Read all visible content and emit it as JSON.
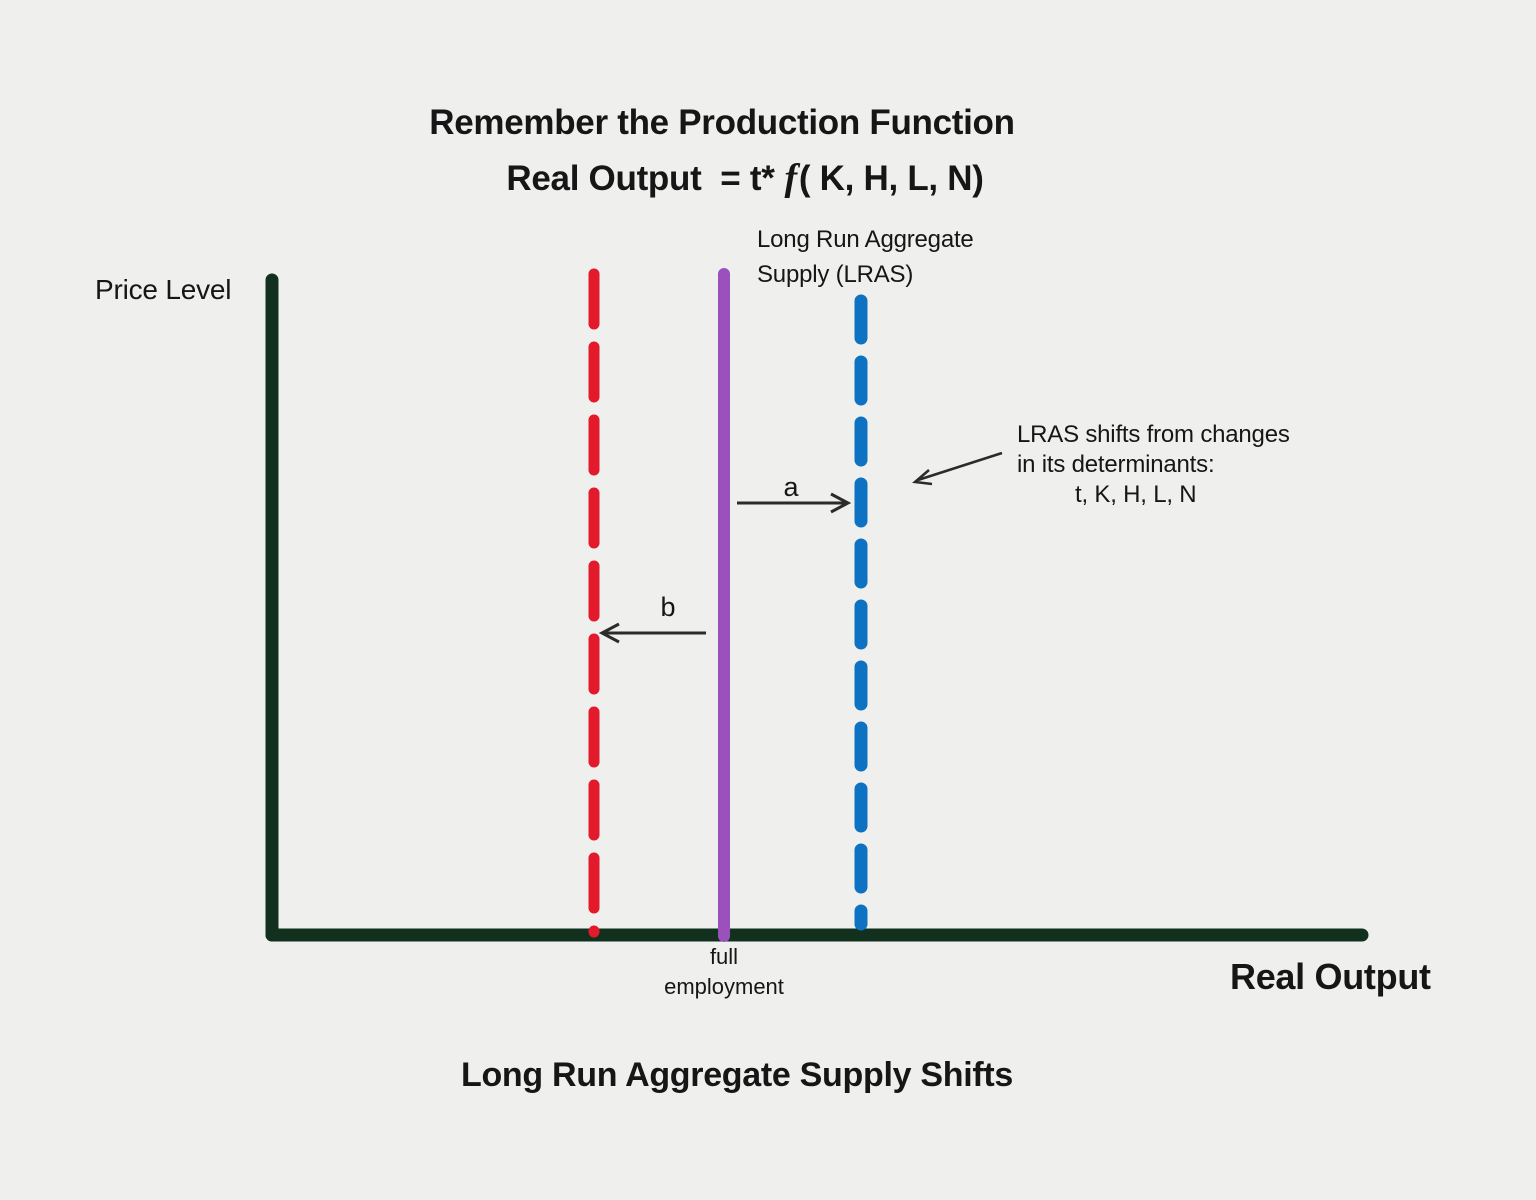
{
  "colors": {
    "background": "#efefee",
    "axis": "#11301d",
    "red_line": "#e21a2c",
    "purple_line": "#9b51bc",
    "blue_line": "#0d72c2",
    "arrow": "#2b2b2b",
    "text": "#161616"
  },
  "title": {
    "line1": "Remember the Production Function",
    "line2_prefix": "Real Output  = t*",
    "line2_italic": "f",
    "line2_suffix": "( K, H, L, N)"
  },
  "axes": {
    "y_label": "Price Level",
    "x_label": "Real Output"
  },
  "curve_label": {
    "line1": "Long Run Aggregate",
    "line2": "Supply (LRAS)"
  },
  "annotation": {
    "line1": "LRAS shifts from changes",
    "line2": "in its determinants:",
    "line3": "t, K, H, L, N"
  },
  "shift_arrows": {
    "right_label": "a",
    "left_label": "b"
  },
  "full_employment_label": {
    "line1": "full",
    "line2": "employment"
  },
  "caption": "Long Run Aggregate Supply Shifts",
  "figure": {
    "type": "conceptual-supply-diagram",
    "x_axis": "Real Output",
    "y_axis": "Price Level",
    "lines": [
      {
        "name": "lras-shifted-left",
        "style": "dashed",
        "color": "#e21a2c",
        "shift_label": "b"
      },
      {
        "name": "lras-original",
        "style": "solid",
        "color": "#9b51bc",
        "label": "full employment"
      },
      {
        "name": "lras-shifted-right",
        "style": "dashed",
        "color": "#0d72c2",
        "shift_label": "a"
      }
    ]
  }
}
